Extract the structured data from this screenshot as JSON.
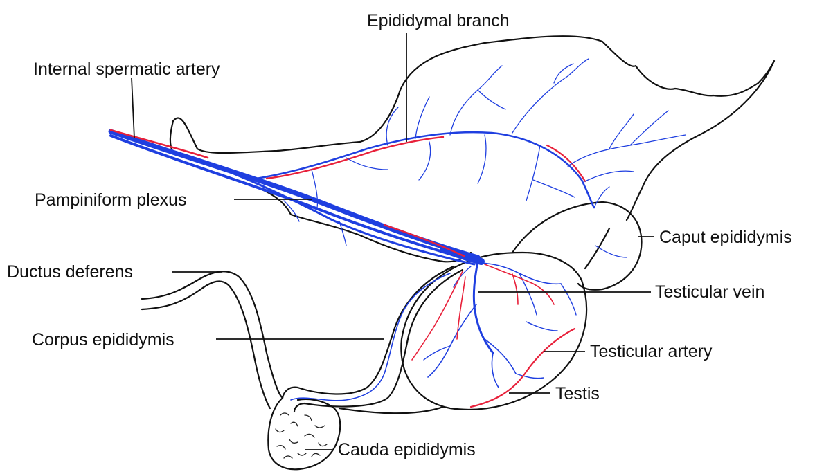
{
  "labels": {
    "epididymal_branch": "Epididymal branch",
    "internal_spermatic_artery": "Internal spermatic artery",
    "pampiniform_plexus": "Pampiniform plexus",
    "caput_epididymis": "Caput epididymis",
    "ductus_deferens": "Ductus deferens",
    "testicular_vein": "Testicular vein",
    "corpus_epididymis": "Corpus epididymis",
    "testicular_artery": "Testicular artery",
    "testis": "Testis",
    "cauda_epididymis": "Cauda epididymis"
  },
  "colors": {
    "vein": "#1f3fe0",
    "artery": "#e8203a",
    "outline": "#111111",
    "background": "#ffffff"
  }
}
